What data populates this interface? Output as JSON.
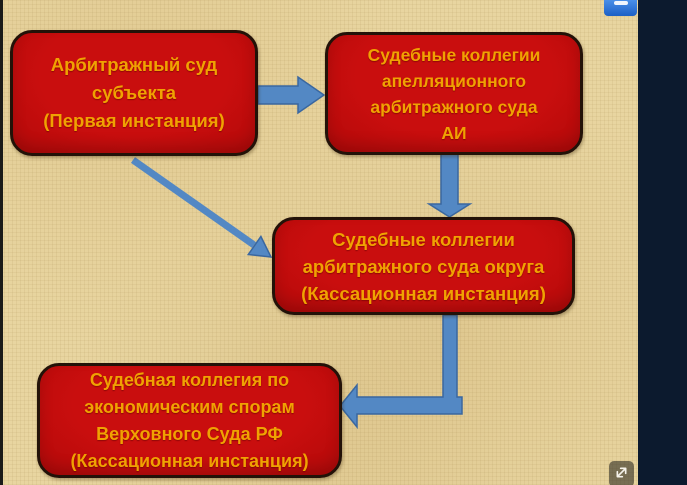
{
  "diagram": {
    "nodes": [
      {
        "id": "node-1",
        "lines": [
          "Арбитражный суд",
          "субъекта",
          "(Первая инстанция)"
        ]
      },
      {
        "id": "node-2",
        "lines": [
          "Судебные коллегии",
          "апелляционного",
          "арбитражного суда",
          "АИ"
        ]
      },
      {
        "id": "node-3",
        "lines": [
          "Судебные коллегии",
          "арбитражного суда округа",
          "(Кассационная инстанция)"
        ]
      },
      {
        "id": "node-4",
        "lines": [
          "Судебная коллегия по",
          "экономическим спорам",
          "Верховного Суда РФ",
          "(Кассационная инстанция)"
        ]
      }
    ],
    "edges": [
      {
        "from": "node-1",
        "to": "node-2",
        "style": "block-arrow-right"
      },
      {
        "from": "node-2",
        "to": "node-3",
        "style": "block-arrow-down"
      },
      {
        "from": "node-1",
        "to": "node-3",
        "style": "thin-diagonal-arrow"
      },
      {
        "from": "node-3",
        "to": "node-4",
        "style": "elbow-block-arrow-left"
      }
    ]
  },
  "controls": {
    "top_button_icon": "partial-blue-button-glyph",
    "fullscreen_icon": "diagonal-expand-arrows"
  },
  "colors": {
    "background_parchment": "#e8d5a0",
    "node_fill": "#c90e0e",
    "node_border": "#231208",
    "node_text": "#f0a202",
    "arrow_fill": "#5388c4",
    "arrow_outline": "#3a679f",
    "right_panel": "#0c1a2e",
    "top_button_blue": "#1c60c5",
    "left_edge_strip": "#1a1a18"
  }
}
